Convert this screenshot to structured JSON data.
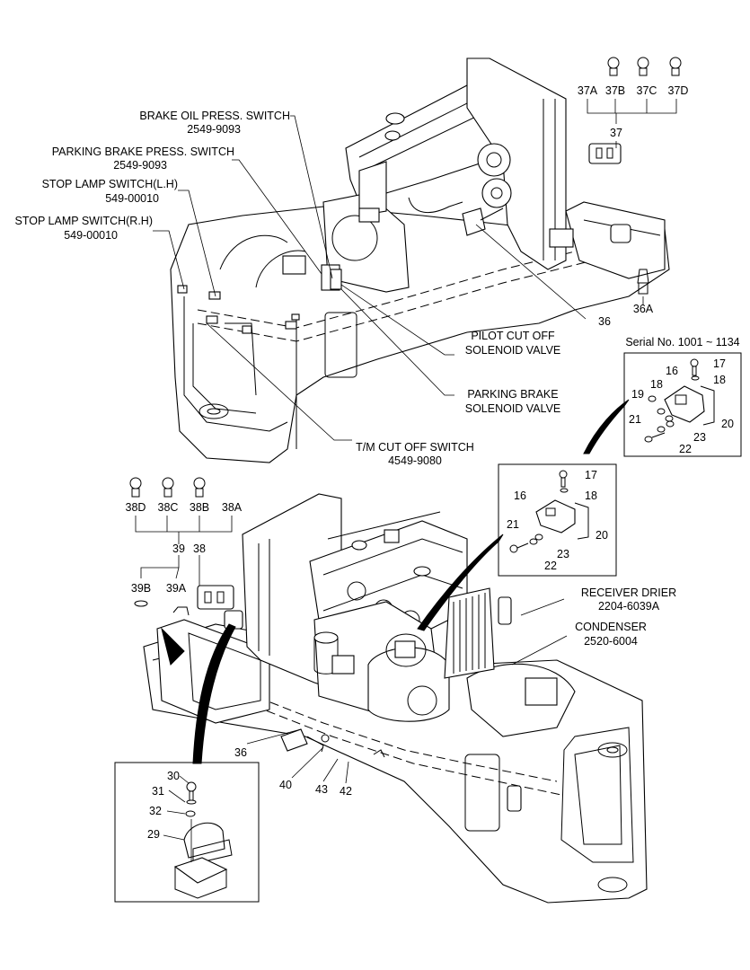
{
  "callouts": {
    "brake_oil_press_switch": "BRAKE OIL PRESS. SWITCH",
    "brake_oil_press_switch_pn": "2549-9093",
    "parking_brake_press_switch": "PARKING BRAKE PRESS. SWITCH",
    "parking_brake_press_switch_pn": "2549-9093",
    "stop_lamp_switch_lh": "STOP LAMP SWITCH(L.H)",
    "stop_lamp_switch_lh_pn": "549-00010",
    "stop_lamp_switch_rh": "STOP LAMP SWITCH(R.H)",
    "stop_lamp_switch_rh_pn": "549-00010",
    "pilot_cut_off_1": "PILOT CUT OFF",
    "pilot_cut_off_2": "SOLENOID VALVE",
    "parking_brake_sv_1": "PARKING BRAKE",
    "parking_brake_sv_2": "SOLENOID VALVE",
    "tm_cut_off_switch": "T/M CUT OFF SWITCH",
    "tm_cut_off_switch_pn": "4549-9080",
    "serial_no": "Serial No. 1001 ~ 1134",
    "receiver_drier": "RECEIVER DRIER",
    "receiver_drier_pn": "2204-6039A",
    "condenser": "CONDENSER",
    "condenser_pn": "2520-6004"
  },
  "part_numbers": {
    "p37a": "37A",
    "p37b": "37B",
    "p37c": "37C",
    "p37d": "37D",
    "p37": "37",
    "p36_top": "36",
    "p36a": "36A",
    "p38d": "38D",
    "p38c": "38C",
    "p38b": "38B",
    "p38a": "38A",
    "p39": "39",
    "p38": "38",
    "p39b": "39B",
    "p39a": "39A",
    "p36_bottom": "36",
    "p40": "40",
    "p43": "43",
    "p42": "42",
    "d1_17": "17",
    "d1_18a": "18",
    "d1_16": "16",
    "d1_18b": "18",
    "d1_19": "19",
    "d1_21": "21",
    "d1_20": "20",
    "d1_23": "23",
    "d1_22": "22",
    "d2_17": "17",
    "d2_18": "18",
    "d2_16": "16",
    "d2_21": "21",
    "d2_20": "20",
    "d2_23": "23",
    "d2_22": "22",
    "d3_30": "30",
    "d3_31": "31",
    "d3_32": "32",
    "d3_29": "29"
  }
}
